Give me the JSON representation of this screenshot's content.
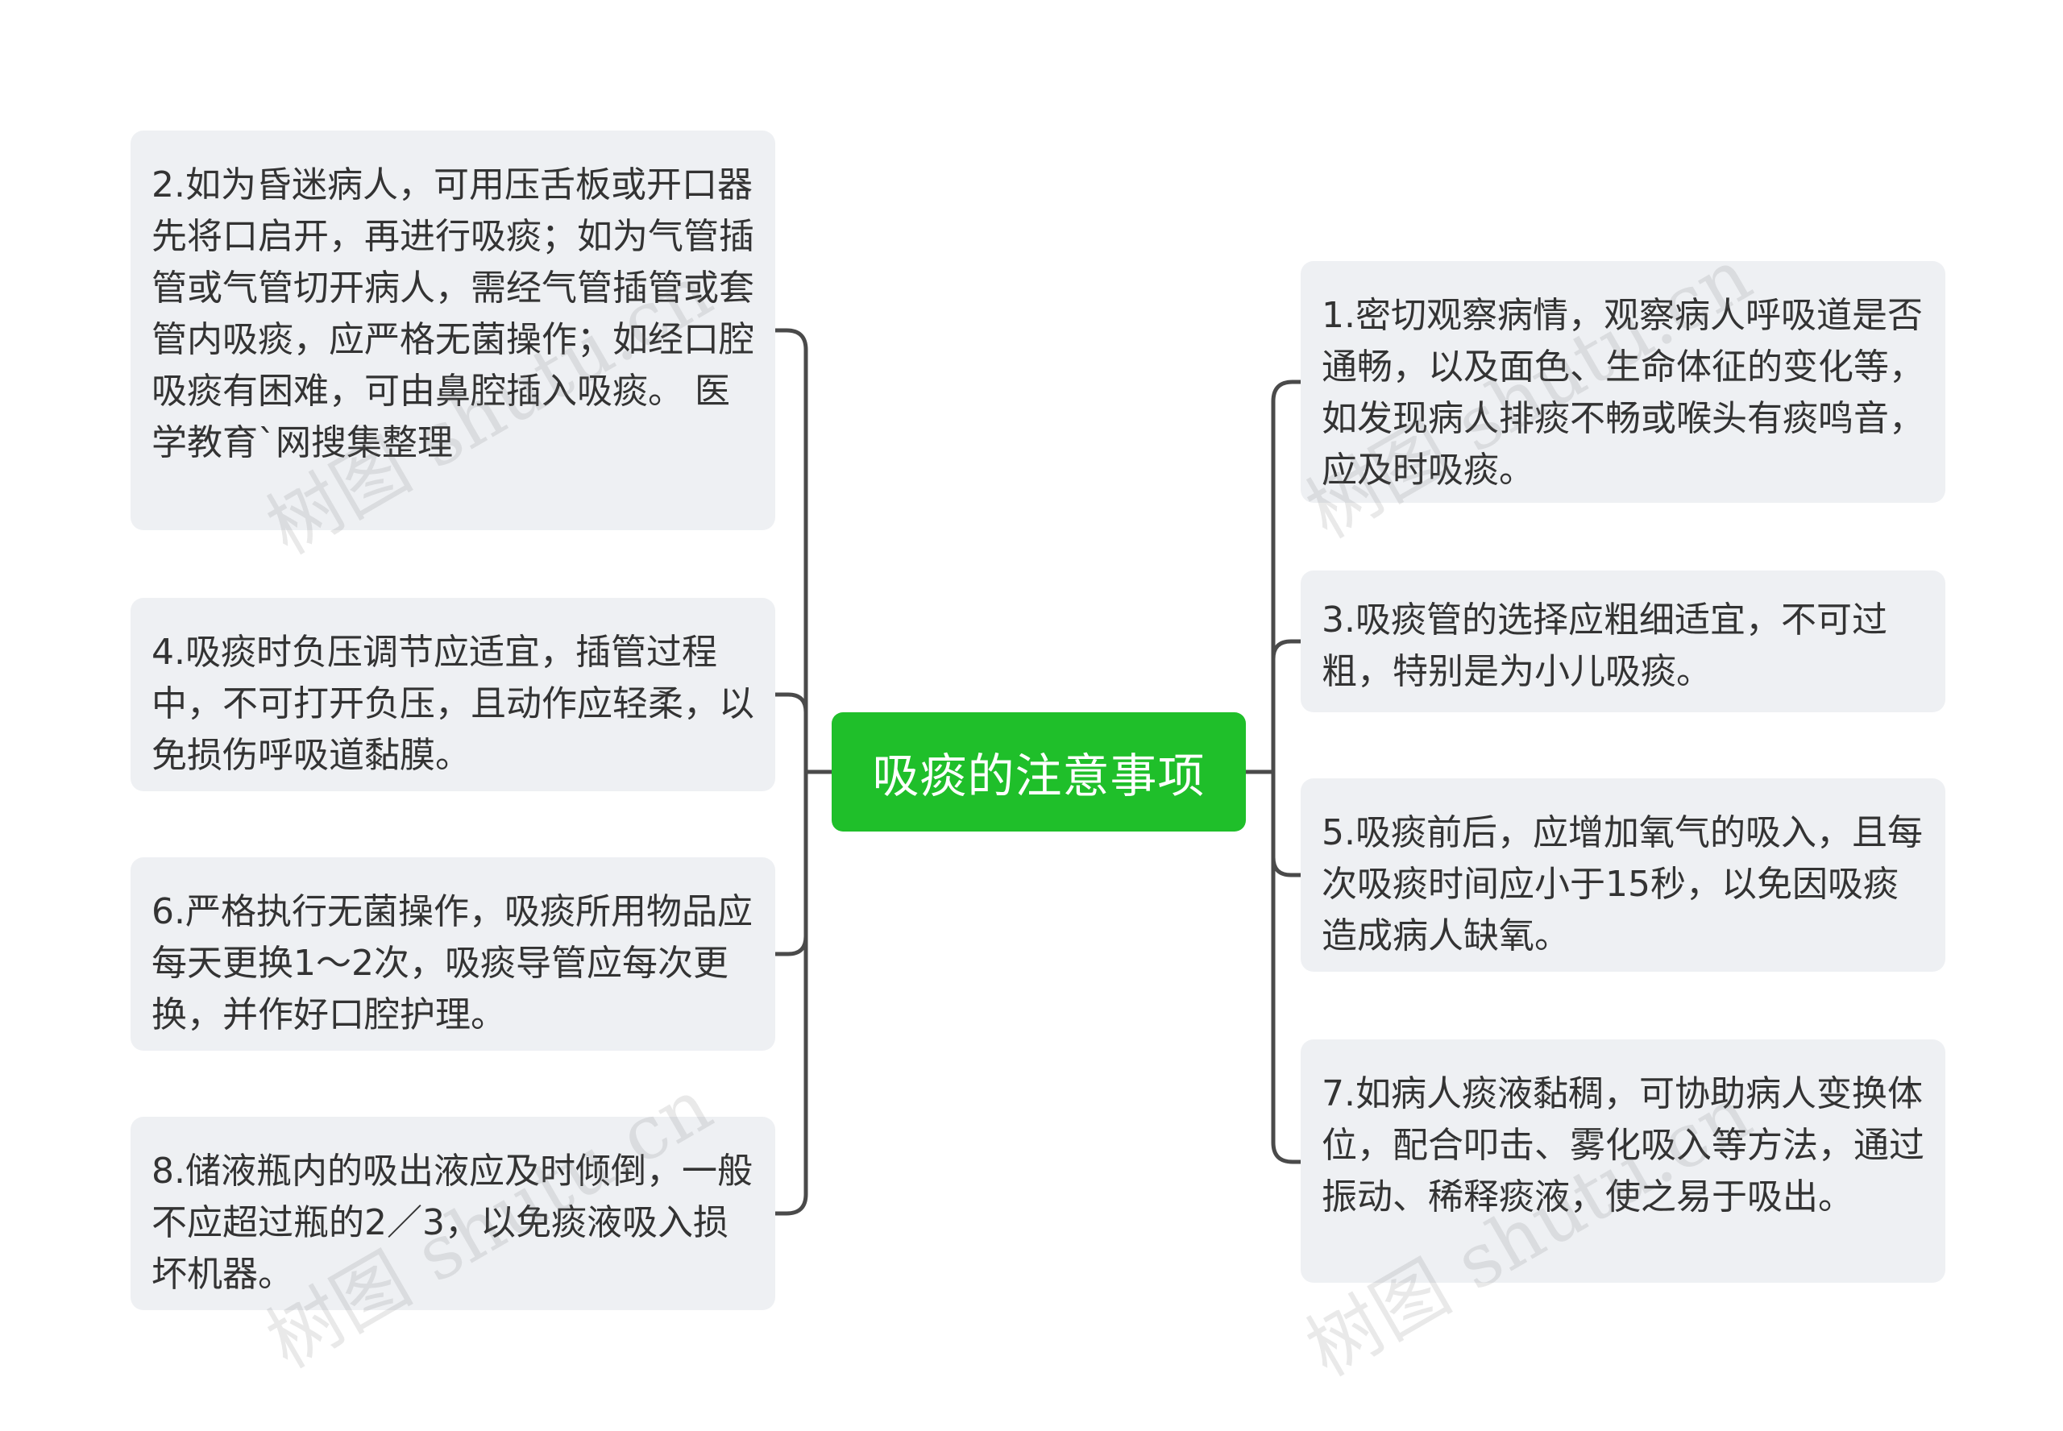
{
  "center": {
    "title": "吸痰的注意事项"
  },
  "left_nodes": [
    {
      "text": "2.如为昏迷病人，可用压舌板或开口器先将口启开，再进行吸痰；如为气管插管或气管切开病人，需经气管插管或套管内吸痰，应严格无菌操作；如经口腔吸痰有困难，可由鼻腔插入吸痰。 医学教育`网搜集整理"
    },
    {
      "text": "4.吸痰时负压调节应适宜，插管过程中，不可打开负压，且动作应轻柔，以免损伤呼吸道黏膜。"
    },
    {
      "text": "6.严格执行无菌操作，吸痰所用物品应每天更换1～2次，吸痰导管应每次更换，并作好口腔护理。"
    },
    {
      "text": "8.储液瓶内的吸出液应及时倾倒，一般不应超过瓶的2／3，以免痰液吸入损坏机器。"
    }
  ],
  "right_nodes": [
    {
      "text": "1.密切观察病情，观察病人呼吸道是否通畅，以及面色、生命体征的变化等，如发现病人排痰不畅或喉头有痰鸣音，应及时吸痰。"
    },
    {
      "text": "3.吸痰管的选择应粗细适宜，不可过粗，特别是为小儿吸痰。"
    },
    {
      "text": "5.吸痰前后，应增加氧气的吸入，且每次吸痰时间应小于15秒，以免因吸痰造成病人缺氧。"
    },
    {
      "text": "7.如病人痰液黏稠，可协助病人变换体位，配合叩击、雾化吸入等方法，通过振动、稀释痰液，使之易于吸出。"
    }
  ],
  "watermark": {
    "text": "树图 shutu.cn"
  },
  "colors": {
    "center_fill": "#1fbf2a",
    "leaf_fill": "#eef0f3",
    "connector": "#4a4a4a"
  }
}
